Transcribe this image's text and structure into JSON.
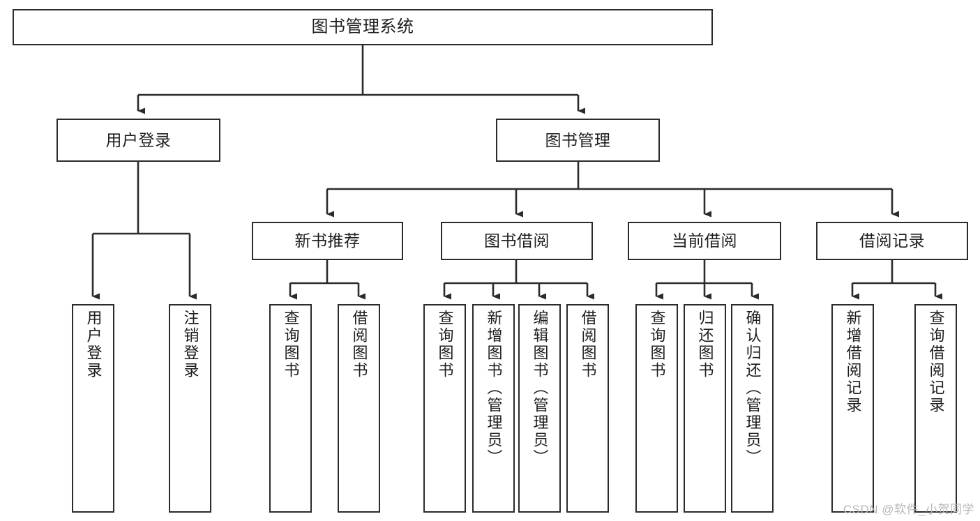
{
  "diagram": {
    "title": "图书管理系统",
    "type": "tree",
    "style": {
      "box_border_color": "#2b2b2b",
      "box_fill_color": "#ffffff",
      "text_color": "#1d1d1d",
      "edge_color": "#2b2b2b",
      "background": "#ffffff",
      "watermark_color": "#b8b8b8"
    }
  },
  "watermark": {
    "text": "CSDN @软件_小贺同学"
  },
  "nodes": {
    "root": {
      "label": "图书管理系统",
      "level": 0,
      "orientation": "horizontal"
    },
    "level2": [
      {
        "id": "user-login",
        "label": "用户登录",
        "orientation": "horizontal"
      },
      {
        "id": "book-manage",
        "label": "图书管理",
        "orientation": "horizontal"
      }
    ],
    "level3": [
      {
        "id": "new-book-recommend",
        "label": "新书推荐",
        "orientation": "horizontal",
        "parent": "book-manage"
      },
      {
        "id": "book-borrow",
        "label": "图书借阅",
        "orientation": "horizontal",
        "parent": "book-manage"
      },
      {
        "id": "current-borrow",
        "label": "当前借阅",
        "orientation": "horizontal",
        "parent": "book-manage"
      },
      {
        "id": "borrow-record",
        "label": "借阅记录",
        "orientation": "horizontal",
        "parent": "book-manage"
      }
    ],
    "leaves": [
      {
        "id": "leaf-user-login",
        "label": "用户登录",
        "parent": "user-login"
      },
      {
        "id": "leaf-logout-login",
        "label": "注销登录",
        "parent": "user-login"
      },
      {
        "id": "leaf-query-book-rec",
        "label": "查询图书",
        "parent": "new-book-recommend"
      },
      {
        "id": "leaf-borrow-book-rec",
        "label": "借阅图书",
        "parent": "new-book-recommend"
      },
      {
        "id": "leaf-query-book-borrow",
        "label": "查询图书",
        "parent": "book-borrow"
      },
      {
        "id": "leaf-add-book-admin",
        "label": "新增图书（管理员）",
        "parent": "book-borrow"
      },
      {
        "id": "leaf-edit-book-admin",
        "label": "编辑图书（管理员）",
        "parent": "book-borrow"
      },
      {
        "id": "leaf-borrow-book",
        "label": "借阅图书",
        "parent": "book-borrow"
      },
      {
        "id": "leaf-query-book-current",
        "label": "查询图书",
        "parent": "current-borrow"
      },
      {
        "id": "leaf-return-book",
        "label": "归还图书",
        "parent": "current-borrow"
      },
      {
        "id": "leaf-confirm-return-admin",
        "label": "确认归还（管理员）",
        "parent": "current-borrow"
      },
      {
        "id": "leaf-add-borrow-record",
        "label": "新增借阅记录",
        "parent": "borrow-record"
      },
      {
        "id": "leaf-query-borrow-record",
        "label": "查询借阅记录",
        "parent": "borrow-record"
      }
    ]
  }
}
